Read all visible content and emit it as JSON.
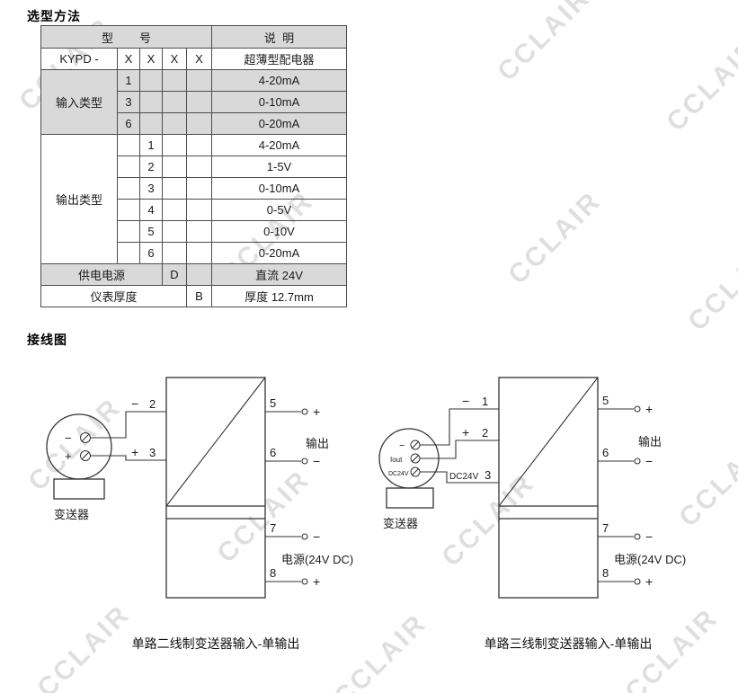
{
  "watermark": "CCLAIR",
  "titles": {
    "selection": "选型方法",
    "wiring": "接线图"
  },
  "table": {
    "header": {
      "model": "型        号",
      "desc": "说  明"
    },
    "kypd": {
      "label": "KYPD -",
      "x": [
        "X",
        "X",
        "X",
        "X"
      ],
      "desc": "超薄型配电器"
    },
    "input": {
      "label": "输入类型",
      "rows": [
        {
          "code": "1",
          "desc": "4-20mA"
        },
        {
          "code": "3",
          "desc": "0-10mA"
        },
        {
          "code": "6",
          "desc": "0-20mA"
        }
      ]
    },
    "output": {
      "label": "输出类型",
      "rows": [
        {
          "code": "1",
          "desc": "4-20mA"
        },
        {
          "code": "2",
          "desc": "1-5V"
        },
        {
          "code": "3",
          "desc": "0-10mA"
        },
        {
          "code": "4",
          "desc": "0-5V"
        },
        {
          "code": "5",
          "desc": "0-10V"
        },
        {
          "code": "6",
          "desc": "0-20mA"
        }
      ]
    },
    "power": {
      "label": "供电电源",
      "code": "D",
      "desc": "直流 24V"
    },
    "thickness": {
      "label": "仪表厚度",
      "code": "B",
      "desc": "厚度 12.7mm"
    }
  },
  "diagrams": {
    "left": {
      "caption": "单路二线制变送器输入-单输出",
      "transmitter_label": "变送器",
      "screws": [
        "−",
        "+"
      ],
      "inputs": [
        {
          "sign": "−",
          "num": "2"
        },
        {
          "sign": "+",
          "num": "3"
        }
      ],
      "outputs": [
        {
          "num": "5",
          "sign": "+"
        },
        {
          "num": "6",
          "sign": "−"
        }
      ],
      "output_label": "输出",
      "power": [
        {
          "num": "7",
          "sign": "−"
        },
        {
          "num": "8",
          "sign": "+"
        }
      ],
      "power_label": "电源(24V DC)"
    },
    "right": {
      "caption": "单路三线制变送器输入-单输出",
      "transmitter_label": "变送器",
      "screws": [
        "−",
        "Iout",
        "DC24V"
      ],
      "inputs": [
        {
          "sign": "−",
          "num": "1"
        },
        {
          "sign": "+",
          "num": "2"
        },
        {
          "sign": "DC24V",
          "num": "3"
        }
      ],
      "outputs": [
        {
          "num": "5",
          "sign": "+"
        },
        {
          "num": "6",
          "sign": "−"
        }
      ],
      "output_label": "输出",
      "power": [
        {
          "num": "7",
          "sign": "−"
        },
        {
          "num": "8",
          "sign": "+"
        }
      ],
      "power_label": "电源(24V DC)"
    }
  }
}
